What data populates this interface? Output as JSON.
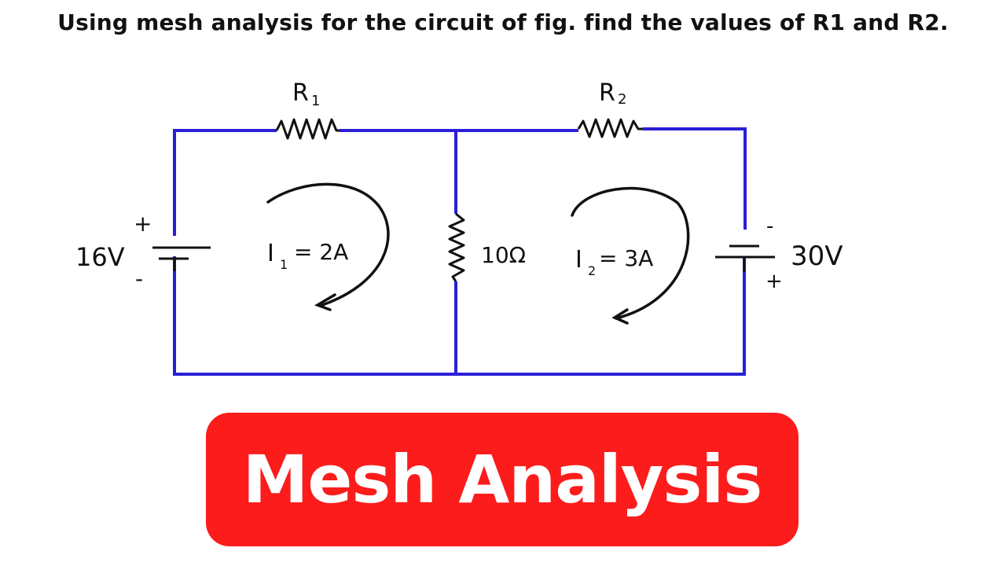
{
  "question": "Using mesh analysis for the circuit of fig. find the values of R1 and R2.",
  "circuit": {
    "wire_color": "#2b1fd6",
    "ink_color": "#111111",
    "r1_label": "R",
    "r1_sub": "1",
    "r2_label": "R",
    "r2_sub": "2",
    "source_left": {
      "value": "16V",
      "plus": "+",
      "minus": "-"
    },
    "source_right": {
      "value": "30V",
      "plus": "+",
      "minus": "-"
    },
    "middle_resistor": "10Ω",
    "mesh1": {
      "label": "I",
      "sub": "1",
      "value": "= 2A"
    },
    "mesh2": {
      "label": "I",
      "sub": "2",
      "value": "= 3A"
    }
  },
  "banner": {
    "title": "Mesh Analysis",
    "color": "#fc1c1c"
  }
}
